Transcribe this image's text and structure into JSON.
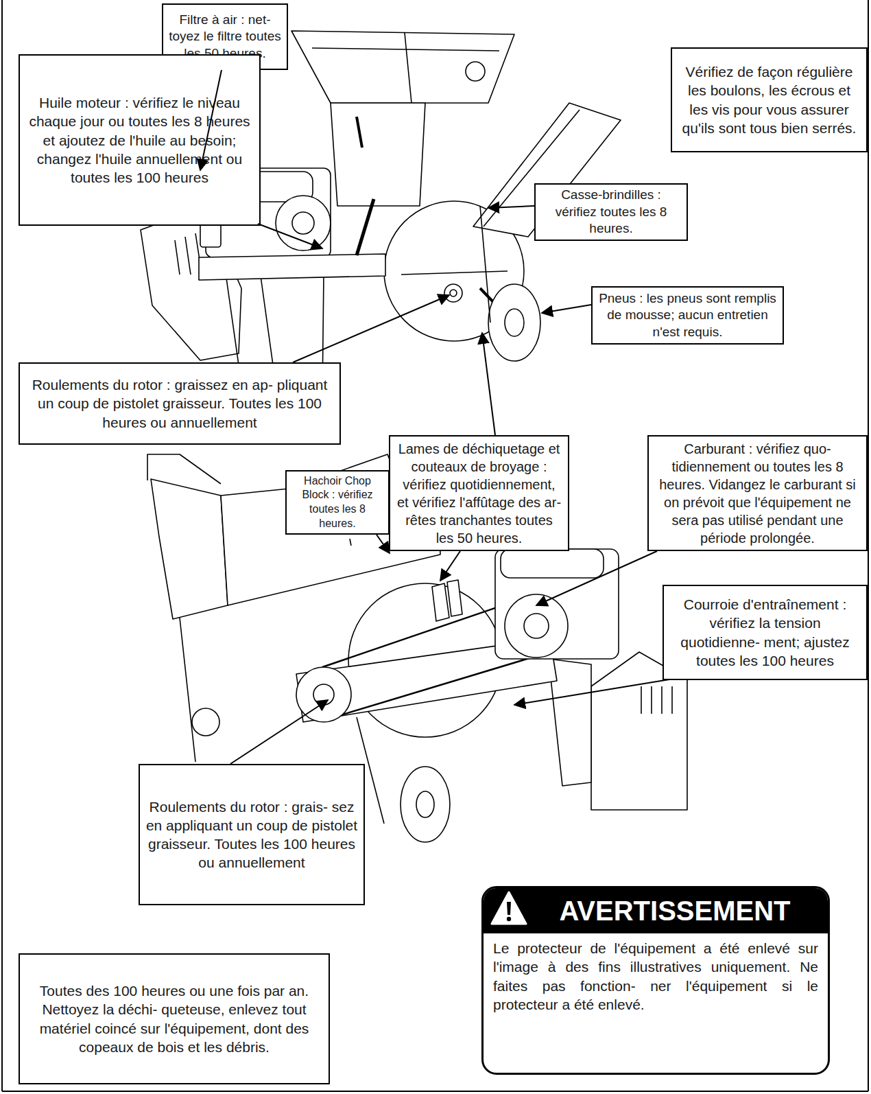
{
  "diagram": {
    "nodes": [
      {
        "text": [
          "Filtre à air : net- toyez le filtre toutes les 50 heures."
        ]
      },
      {
        "text": [
          "Vérifiez de façon régulière les boulons, les écrous et les vis pour vous assurer qu'ils sont tous bien serrés."
        ]
      },
      {
        "text": [
          "Huile moteur : vérifiez le niveau chaque jour ou toutes les 8 heures et ajoutez de l'huile au besoin; changez l'huile annuellement ou toutes les 100 heures"
        ]
      },
      {
        "text": [
          "Casse-brindilles : vérifiez toutes les 8 heures."
        ]
      },
      {
        "text": [
          "Pneus : les pneus sont remplis de mousse; aucun entretien n'est requis."
        ]
      },
      {
        "text": [
          "Roulements du rotor : graissez en ap- pliquant un coup de pistolet graisseur. Toutes les 100 heures ou annuellement"
        ]
      },
      {
        "text": [
          "Lames de déchiquetage et couteaux de broyage : vérifiez quotidiennement, et vérifiez l'affûtage des ar- rêtes tranchantes toutes les 50 heures."
        ]
      },
      {
        "text": [
          "Carburant : vérifiez quo- tidiennement ou toutes les 8 heures. Vidangez le carburant si on prévoit que l'équipement ne sera pas utilisé pendant une période prolongée."
        ]
      },
      {
        "text": [
          "Hachoir Chop Block : vérifiez toutes les 8 heures."
        ]
      },
      {
        "text": [
          "Courroie d'entraînement : vérifiez la tension quotidienne- ment; ajustez toutes les 100 heures"
        ]
      },
      {
        "text": [
          "Roulements du rotor : grais- sez en appliquant un coup de pistolet graisseur. Toutes les 100 heures ou annuellement"
        ]
      },
      {
        "text": [
          "AVERTISSEMENT",
          "Le protecteur de l'équipement a été enlevé sur l'image à des fins illustratives uniquement. Ne faites pas fonction- ner l'équipement si le protecteur a été enlevé."
        ]
      },
      {
        "text": [
          "Toutes des 100 heures ou une fois par an. Nettoyez la déchi- queteuse, enlevez tout matériel coincé sur l'équipement, dont des copeaux de bois et les débris."
        ]
      }
    ]
  }
}
